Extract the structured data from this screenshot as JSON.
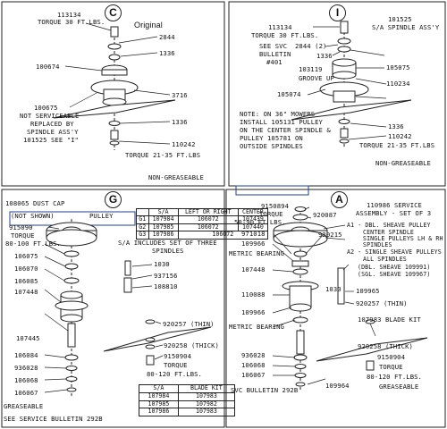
{
  "panel_c": {
    "badge": "C",
    "original_label": "Original",
    "labels": {
      "p113134": "113134",
      "torque_30": "TORQUE 30 FT.LBS.",
      "p2844": "2844",
      "p1336_top": "1336",
      "p100674": "100674",
      "p100675": "100675",
      "not_serviceable": "NOT SERVICEABLE",
      "replaced_by": "REPLACED BY",
      "spindle_assy": "SPINDLE ASS'Y",
      "see_i": "101525 SEE \"I\"",
      "p3716": "3716",
      "p1336_bot": "1336",
      "p110242": "110242",
      "torque_21": "TORQUE 21-35 FT.LBS",
      "non_greaseable": "NON-GREASEABLE"
    }
  },
  "panel_i": {
    "badge": "I",
    "labels": {
      "p113134": "113134",
      "torque_30": "TORQUE 30 FT.LBS.",
      "see_svc": "SEE SVC",
      "bulletin": "BULLETIN",
      "num401": "#401",
      "p2844_2": "2844 (2)",
      "p1336": "1336",
      "p103119": "103119",
      "groove_up": "GROOVE UP",
      "p105074": "105074",
      "p101525": "101525",
      "sa_spindle": "S/A SPINDLE ASS'Y",
      "p105075": "105075",
      "p110234": "110234",
      "p1336_b": "1336",
      "p110242": "110242",
      "torque_21": "TORQUE 21-35 FT.LBS",
      "note1": "NOTE: ON 36\" MOWERS",
      "note2": "INSTALL 105131 PULLEY",
      "note3": "ON THE CENTER SPINDLE &",
      "note4": "PULLEY 105781 ON",
      "note5": "OUTSIDE SPINDLES",
      "non_greaseable": "NON-GREASEABLE"
    }
  },
  "panel_g": {
    "badge": "G",
    "labels": {
      "dust_cap": "108065 DUST CAP",
      "not_shown": "(NOT SHOWN)",
      "pulley": "PULLEY",
      "p915090": "915090",
      "torque": "TORQUE",
      "torque_val": "80-100 FT.LBS.",
      "p106075": "106075",
      "p106070": "106070",
      "p106085": "106085",
      "p107448": "107448",
      "p107445": "107445",
      "p106084": "106084",
      "p936028": "936028",
      "p106068": "106068",
      "p106067": "106067",
      "greaseable": "GREASEABLE",
      "see_bulletin": "SEE SERVICE BULLETIN 292B",
      "sa_includes": "S/A INCLUDES SET OF THREE",
      "spindles": "SPINDLES",
      "p1030": "1030",
      "p937156": "937156",
      "p108810": "108810",
      "p920257": "920257 (THIN)",
      "p920258": "920258 (THICK)",
      "p9150904": "9150904",
      "torque2": "TORQUE",
      "torque2_val": "80-120 FT.LBS."
    },
    "pulley_table": {
      "header": [
        "",
        "S/A",
        "LEFT OR RIGHT",
        "CENTER"
      ],
      "rows": [
        [
          "G1",
          "107984",
          "106072",
          "107439"
        ],
        [
          "G2",
          "107985",
          "106072",
          "107440"
        ],
        [
          "G3",
          "107986",
          "106072",
          ""
        ]
      ]
    },
    "sa_table": {
      "header": [
        "S/A",
        "BLADE KIT"
      ],
      "rows": [
        [
          "107984",
          "107983"
        ],
        [
          "107985",
          "107982"
        ],
        [
          "107986",
          "107983"
        ]
      ]
    }
  },
  "panel_a": {
    "badge": "A",
    "labels": {
      "p9150894": "9150894",
      "p920087": "920087",
      "torque": "TORQUE",
      "torque_val": "50-90 FT.LBS.",
      "p110986": "110986 SERVICE",
      "assembly": "ASSEMBLY - SET OF 3",
      "a1": "A1 - DBL. SHEAVE PULLEY",
      "a1b": "CENTER SPINDLE",
      "a1c": "SINGLE PULLEYS LH & RH",
      "a1d": "SPINDLES",
      "a2": "A2 - SINGLE SHEAVE PULLEYS",
      "a2b": "ALL SPINDLES",
      "dbl": "(DBL. SHEAVE 109991)",
      "sgl": "(SGL. SHEAVE 109967)",
      "p971018": "971018",
      "p920215": "920215",
      "p109966": "109966",
      "metric_bearing": "METRIC BEARING",
      "p107448": "107448",
      "p110088": "110088",
      "p109966b": "109966",
      "metric_bearing2": "METRIC BEARING",
      "p936028": "936028",
      "p106068": "106068",
      "p106067": "106067",
      "p1030": "1030",
      "p109965": "109965",
      "p920257": "920257 (THIN)",
      "blade_kit": "107983 BLADE KIT",
      "p920258": "920258 (THICK)",
      "p9150904": "9150904",
      "torque2": "TORQUE",
      "torque2_val": "80-120 FT.LBS.",
      "greaseable": "GREASEABLE",
      "svc_bulletin": "SVC BULLETIN 292B",
      "p109964": "109964"
    }
  },
  "colors": {
    "ink": "#111111",
    "annotation_blue": "#1f3f9a"
  }
}
